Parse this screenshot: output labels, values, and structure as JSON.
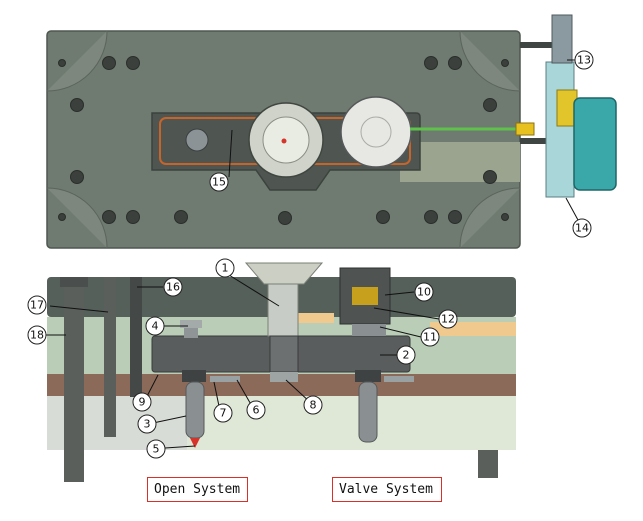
{
  "captions": {
    "open": "Open System",
    "valve": "Valve System"
  },
  "callouts": [
    "1",
    "2",
    "3",
    "4",
    "5",
    "6",
    "7",
    "8",
    "9",
    "10",
    "11",
    "12",
    "13",
    "14",
    "15",
    "16",
    "17",
    "18"
  ],
  "colors": {
    "plate_dark": "#6f7a70",
    "plate_green": "#b9cdb7",
    "plate_brown": "#8b6a59",
    "plate_light": "#dfe7d6",
    "manifold": "#5a5d5d",
    "junction_box": "#3aa7a8",
    "caption_border": "#d9302a"
  }
}
